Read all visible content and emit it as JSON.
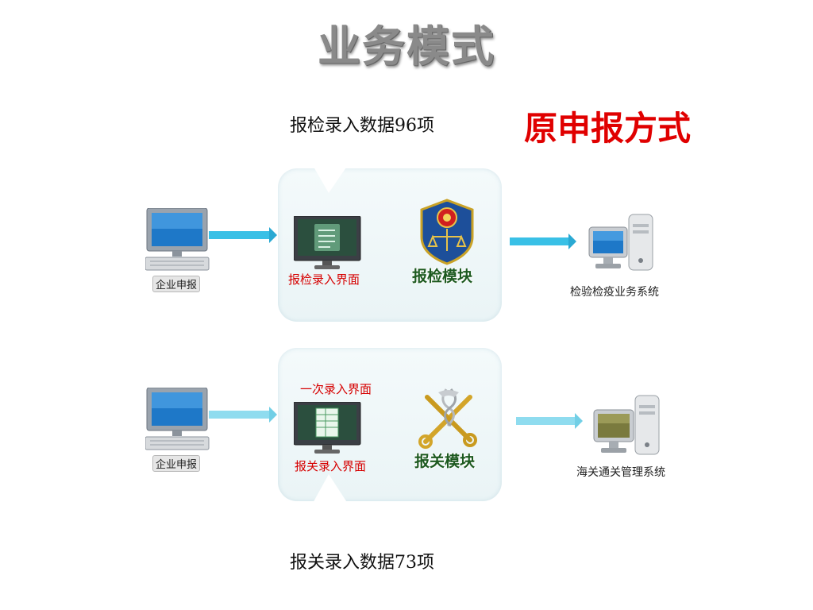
{
  "title": "业务模式",
  "method_label": "原申报方式",
  "top_row": {
    "caption": "报检录入数据96项",
    "client_label": "企业申报",
    "entry_label": "报检录入界面",
    "module_label": "报检模块",
    "target_label": "检验检疫业务系统"
  },
  "bottom_row": {
    "caption": "报关录入数据73项",
    "client_label": "企业申报",
    "entry_top_label": "一次录入界面",
    "entry_label": "报关录入界面",
    "module_label": "报关模块",
    "target_label": "海关通关管理系统"
  },
  "colors": {
    "arrow_top": "#39c0e6",
    "arrow_bottom": "#8fdcef",
    "method_red": "#e00000",
    "module_green": "#1d5a20"
  }
}
